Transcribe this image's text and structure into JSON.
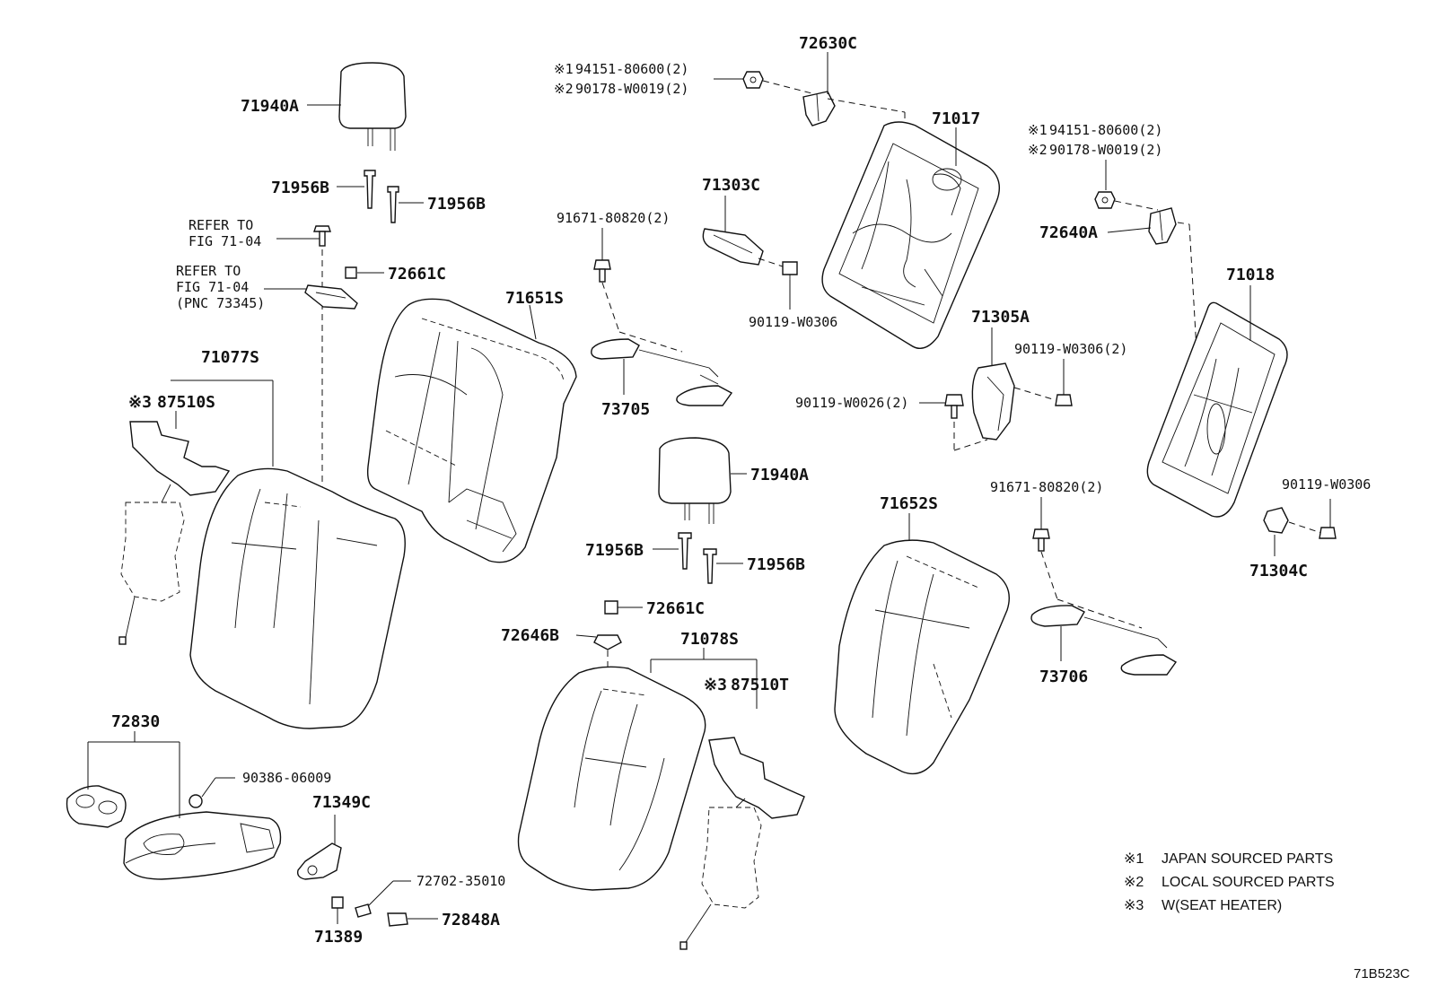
{
  "diagram_code": "71B523C",
  "labels": {
    "p71940A_top": "71940A",
    "p71956B_l1": "71956B",
    "p71956B_l2": "71956B",
    "refer1_line1": "REFER TO",
    "refer1_line2": "FIG 71-04",
    "refer2_line1": "REFER TO",
    "refer2_line2": "FIG 71-04",
    "refer2_line3": "(PNC 73345)",
    "p72661C_top": "72661C",
    "p71077S": "71077S",
    "p87510S_mark": "※3",
    "p87510S": "87510S",
    "p71651S": "71651S",
    "p72630C": "72630C",
    "nut1_line1_mark": "※1",
    "nut1_line1": "94151-80600(2)",
    "nut1_line2_mark": "※2",
    "nut1_line2": "90178-W0019(2)",
    "p71303C": "71303C",
    "p91671_top": "91671-80820(2)",
    "p90119_w0306_mid": "90119-W0306",
    "p73705": "73705",
    "p71017": "71017",
    "nut2_line1_mark": "※1",
    "nut2_line1": "94151-80600(2)",
    "nut2_line2_mark": "※2",
    "nut2_line2": "90178-W0019(2)",
    "p72640A": "72640A",
    "p71018": "71018",
    "p71305A": "71305A",
    "p90119_w0306_2": "90119-W0306(2)",
    "p90119_w0026_2": "90119-W0026(2)",
    "p71940A_mid": "71940A",
    "p71956B_m1": "71956B",
    "p71956B_m2": "71956B",
    "p71652S": "71652S",
    "p91671_right": "91671-80820(2)",
    "p90119_w0306_right": "90119-W0306",
    "p71304C": "71304C",
    "p72661C_mid": "72661C",
    "p72646B": "72646B",
    "p71078S": "71078S",
    "p87510T_mark": "※3",
    "p87510T": "87510T",
    "p73706": "73706",
    "p72830": "72830",
    "p90386": "90386-06009",
    "p71349C": "71349C",
    "p72702": "72702-35010",
    "p72848A": "72848A",
    "p71389": "71389"
  },
  "legend": [
    {
      "mark": "※1",
      "text": "JAPAN SOURCED PARTS"
    },
    {
      "mark": "※2",
      "text": "LOCAL SOURCED PARTS"
    },
    {
      "mark": "※3",
      "text": "W(SEAT HEATER)"
    }
  ]
}
